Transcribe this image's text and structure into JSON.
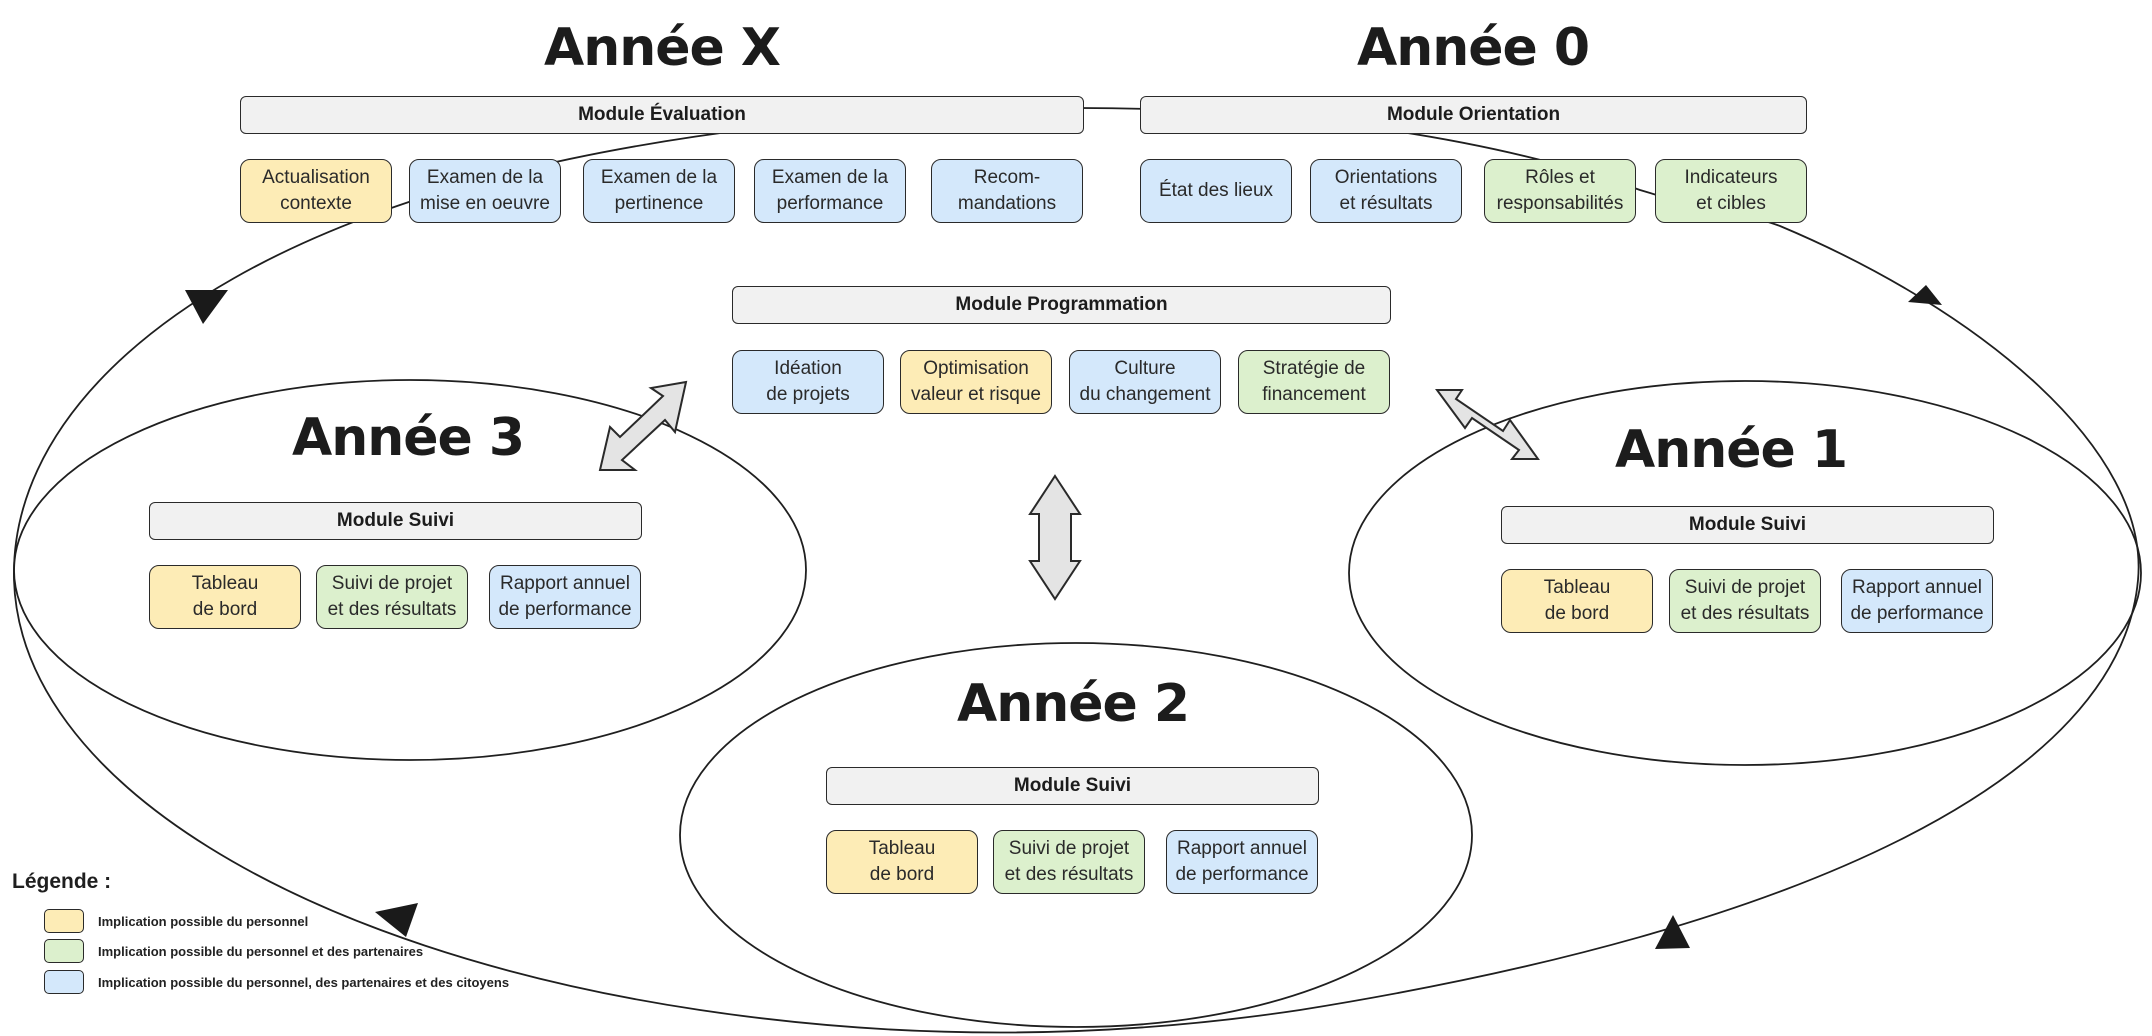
{
  "colors": {
    "staff": "#fdecb6",
    "staff_partners": "#dcf0cd",
    "staff_partners_citizens": "#d4e8fb",
    "module_header": "#f1f1f1",
    "outline": "#2a2a2a"
  },
  "years": {
    "year_x": {
      "title": "Année X",
      "module": "Module Évaluation",
      "items": [
        {
          "label": "Actualisation\ncontexte",
          "category": "staff"
        },
        {
          "label": "Examen de la\nmise en oeuvre",
          "category": "staff_partners_citizens"
        },
        {
          "label": "Examen de la\npertinence",
          "category": "staff_partners_citizens"
        },
        {
          "label": "Examen de la\nperformance",
          "category": "staff_partners_citizens"
        },
        {
          "label": "Recom-\nmandations",
          "category": "staff_partners_citizens"
        }
      ]
    },
    "year_0": {
      "title": "Année 0",
      "module": "Module Orientation",
      "items": [
        {
          "label": "État des lieux",
          "category": "staff_partners_citizens"
        },
        {
          "label": "Orientations\net résultats",
          "category": "staff_partners_citizens"
        },
        {
          "label": "Rôles et\nresponsabilités",
          "category": "staff_partners"
        },
        {
          "label": "Indicateurs\net cibles",
          "category": "staff_partners"
        }
      ]
    },
    "programmation": {
      "module": "Module Programmation",
      "items": [
        {
          "label": "Idéation\nde projets",
          "category": "staff_partners_citizens"
        },
        {
          "label": "Optimisation\nvaleur et risque",
          "category": "staff"
        },
        {
          "label": "Culture\ndu changement",
          "category": "staff_partners_citizens"
        },
        {
          "label": "Stratégie de\nfinancement",
          "category": "staff_partners"
        }
      ]
    },
    "year_1": {
      "title": "Année 1",
      "module": "Module Suivi",
      "items": [
        {
          "label": "Tableau\nde bord",
          "category": "staff"
        },
        {
          "label": "Suivi de projet\net des résultats",
          "category": "staff_partners"
        },
        {
          "label": "Rapport annuel\nde performance",
          "category": "staff_partners_citizens"
        }
      ]
    },
    "year_2": {
      "title": "Année 2",
      "module": "Module Suivi",
      "items": [
        {
          "label": "Tableau\nde bord",
          "category": "staff"
        },
        {
          "label": "Suivi de projet\net des résultats",
          "category": "staff_partners"
        },
        {
          "label": "Rapport annuel\nde performance",
          "category": "staff_partners_citizens"
        }
      ]
    },
    "year_3": {
      "title": "Année 3",
      "module": "Module Suivi",
      "items": [
        {
          "label": "Tableau\nde bord",
          "category": "staff"
        },
        {
          "label": "Suivi de projet\net des résultats",
          "category": "staff_partners"
        },
        {
          "label": "Rapport annuel\nde performance",
          "category": "staff_partners_citizens"
        }
      ]
    }
  },
  "legend": {
    "title": "Légende :",
    "items": [
      {
        "label": "Implication possible du personnel",
        "category": "staff"
      },
      {
        "label": "Implication possible du personnel et des partenaires",
        "category": "staff_partners"
      },
      {
        "label": "Implication possible du personnel, des partenaires et des citoyens",
        "category": "staff_partners_citizens"
      }
    ]
  },
  "connectors": {
    "cycle_direction": "clockwise",
    "bidirectional_arrows": [
      "programmation-year_3",
      "programmation-year_1",
      "programmation-year_2"
    ]
  }
}
